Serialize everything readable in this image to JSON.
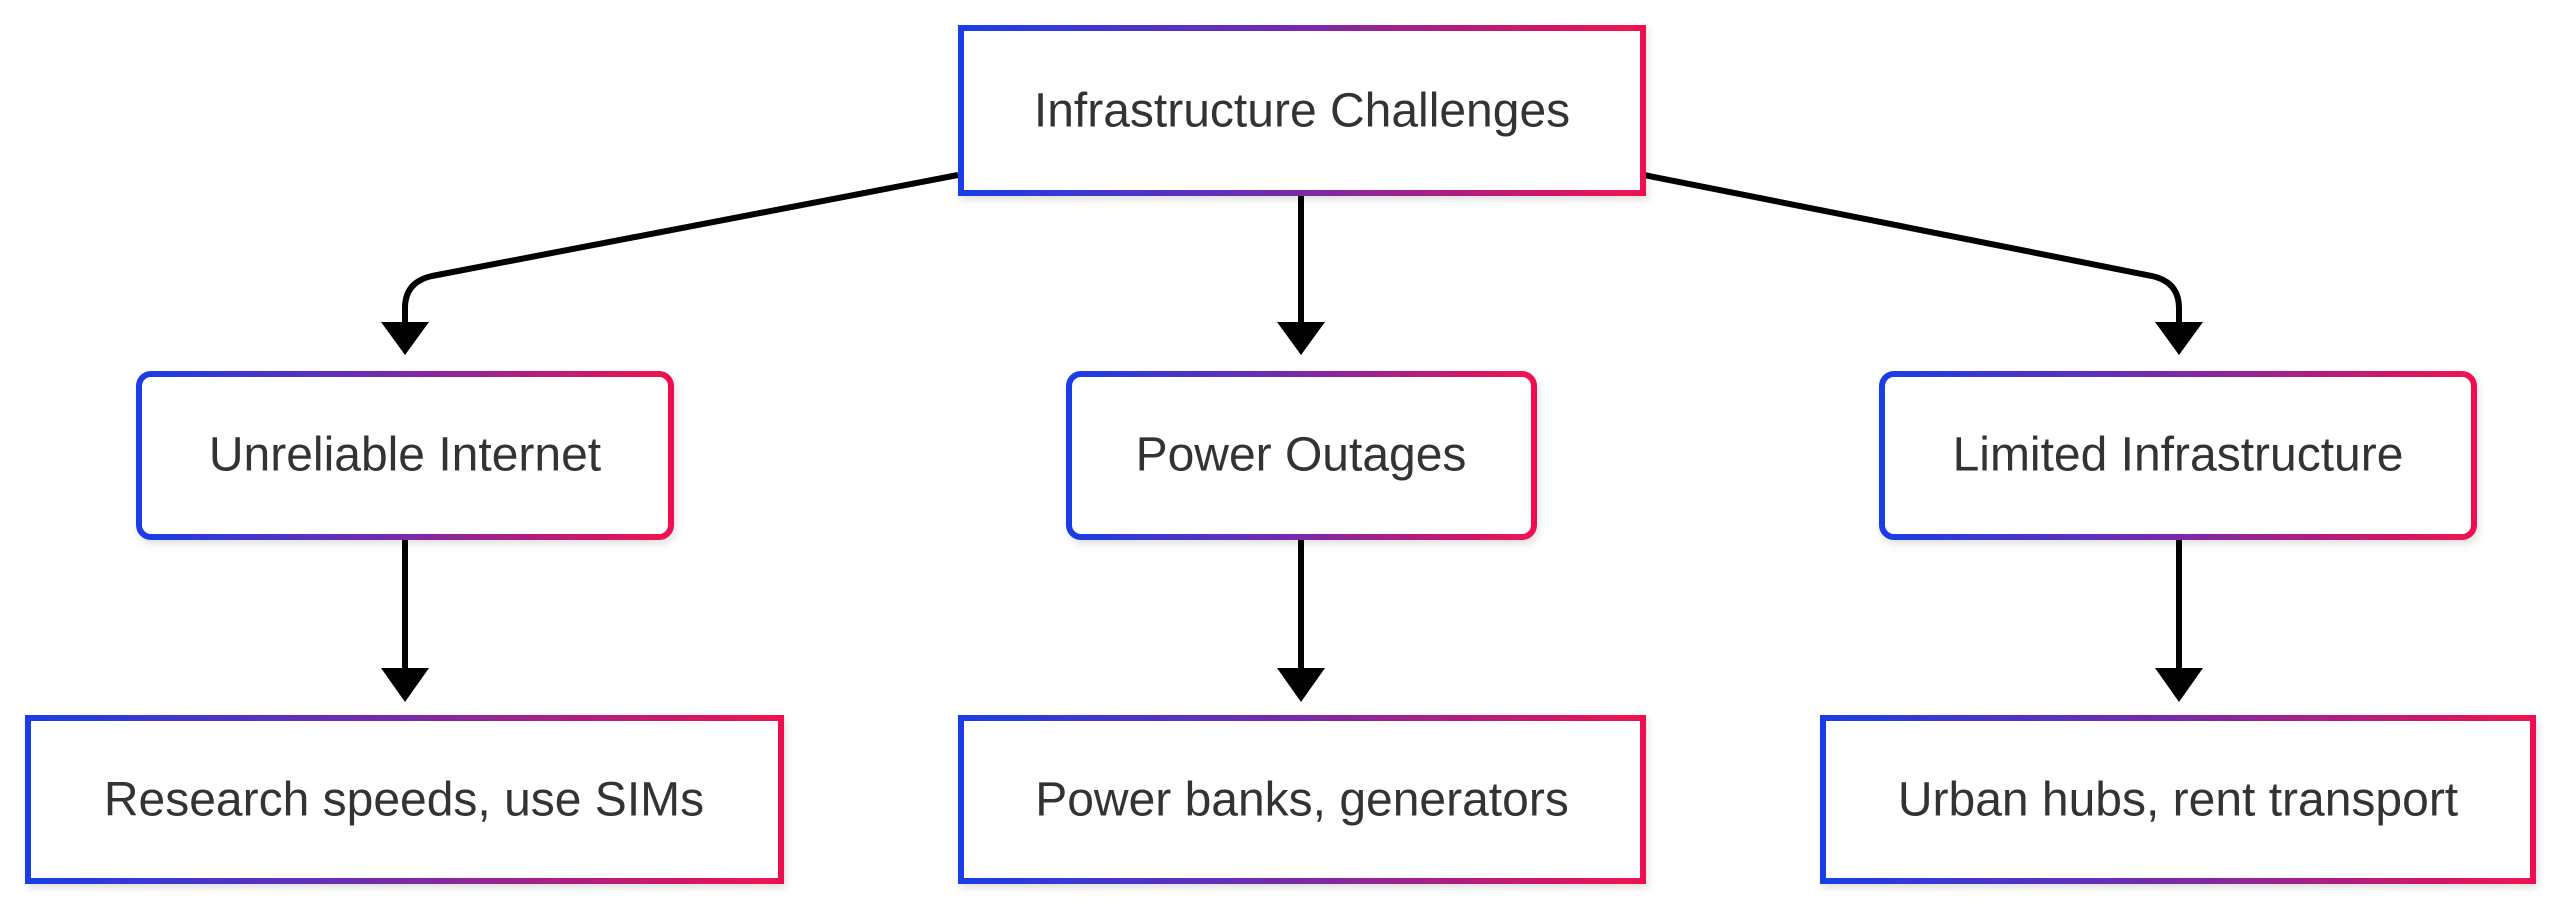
{
  "nodes": {
    "root": {
      "label": "Infrastructure Challenges"
    },
    "internet": {
      "label": "Unreliable Internet"
    },
    "power": {
      "label": "Power Outages"
    },
    "infra": {
      "label": "Limited Infrastructure"
    },
    "internet_solution": {
      "label": "Research speeds, use SIMs"
    },
    "power_solution": {
      "label": "Power banks, generators"
    },
    "infra_solution": {
      "label": "Urban hubs, rent transport"
    }
  },
  "edges": [
    {
      "from": "root",
      "to": "internet"
    },
    {
      "from": "root",
      "to": "power"
    },
    {
      "from": "root",
      "to": "infra"
    },
    {
      "from": "internet",
      "to": "internet_solution"
    },
    {
      "from": "power",
      "to": "power_solution"
    },
    {
      "from": "infra",
      "to": "infra_solution"
    }
  ],
  "colors": {
    "border_start": "#1a3ee6",
    "border_mid": "#7a2aa8",
    "border_end": "#f0114f",
    "edge": "#000000",
    "text": "#333333"
  }
}
